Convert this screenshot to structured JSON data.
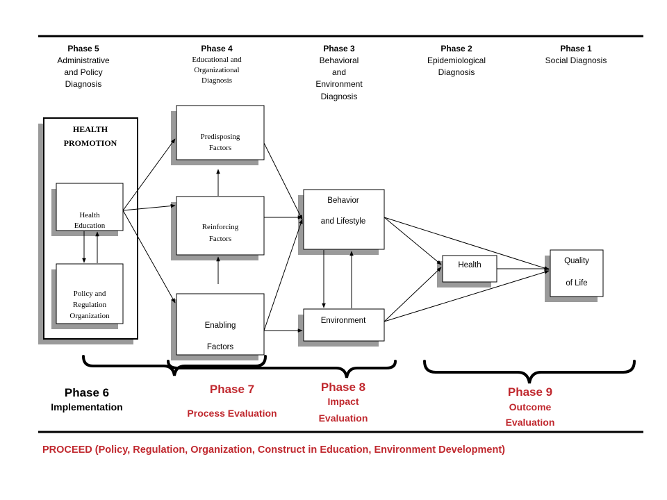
{
  "phases_top": {
    "p5": {
      "title": "Phase 5",
      "l1": "Administrative",
      "l2": "and Policy",
      "l3": "Diagnosis"
    },
    "p4": {
      "title": "Phase 4",
      "l1": "Educational and",
      "l2": "Organizational",
      "l3": "Diagnosis"
    },
    "p3": {
      "title": "Phase 3",
      "l1": "Behavioral",
      "l2": "and",
      "l3": "Environment",
      "l4": "Diagnosis"
    },
    "p2": {
      "title": "Phase 2",
      "l1": "Epidemiological",
      "l2": "Diagnosis"
    },
    "p1": {
      "title": "Phase 1",
      "l1": "Social Diagnosis"
    }
  },
  "boxes": {
    "health_promotion": {
      "l1": "HEALTH",
      "l2": "PROMOTION"
    },
    "health_education": {
      "l1": "Health",
      "l2": "Education"
    },
    "policy": {
      "l1": "Policy and",
      "l2": "Regulation",
      "l3": "Organization"
    },
    "predisposing": {
      "l1": "Predisposing",
      "l2": "Factors"
    },
    "reinforcing": {
      "l1": "Reinforcing",
      "l2": "Factors"
    },
    "enabling": {
      "l1": "Enabling",
      "l2": "Factors"
    },
    "behavior": {
      "l1": "Behavior",
      "l2": "and Lifestyle"
    },
    "environment": {
      "l1": "Environment"
    },
    "health": {
      "l1": "Health"
    },
    "quality": {
      "l1": "Quality",
      "l2": "of Life"
    }
  },
  "phases_bottom": {
    "p6": {
      "title": "Phase 6",
      "sub": "Implementation"
    },
    "p7": {
      "title": "Phase 7",
      "sub": "Process  Evaluation"
    },
    "p8": {
      "title": "Phase 8",
      "sub1": "Impact",
      "sub2": "Evaluation"
    },
    "p9": {
      "title": "Phase 9",
      "sub1": "Outcome",
      "sub2": "Evaluation"
    }
  },
  "footer": {
    "text": "PROCEED (Policy, Regulation, Organization, Construct in Education, Environment Development)"
  },
  "colors": {
    "accent": "#c0282e",
    "line": "#000000",
    "shadow": "#9a9a9a"
  }
}
